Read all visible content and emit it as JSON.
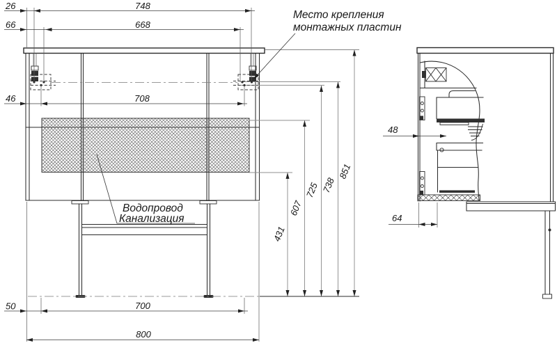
{
  "annotations": {
    "mounting_note": {
      "line1": "Место крепления",
      "line2": "монтажных пластин"
    },
    "plumbing_note": {
      "line1": "Водопровод",
      "line2": "Канализация"
    }
  },
  "dimensions": {
    "d26": "26",
    "d748": "748",
    "d66": "66",
    "d668": "668",
    "d46": "46",
    "d708": "708",
    "d431": "431",
    "d607": "607",
    "d725": "725",
    "d738": "738",
    "d851": "851",
    "d50": "50",
    "d700": "700",
    "d800": "800",
    "d48": "48",
    "d64": "64"
  },
  "colors": {
    "object_line": "#2b2b2b",
    "dim_line": "#3c3c3c",
    "gray_line": "#8f8f8f",
    "background": "#ffffff"
  }
}
